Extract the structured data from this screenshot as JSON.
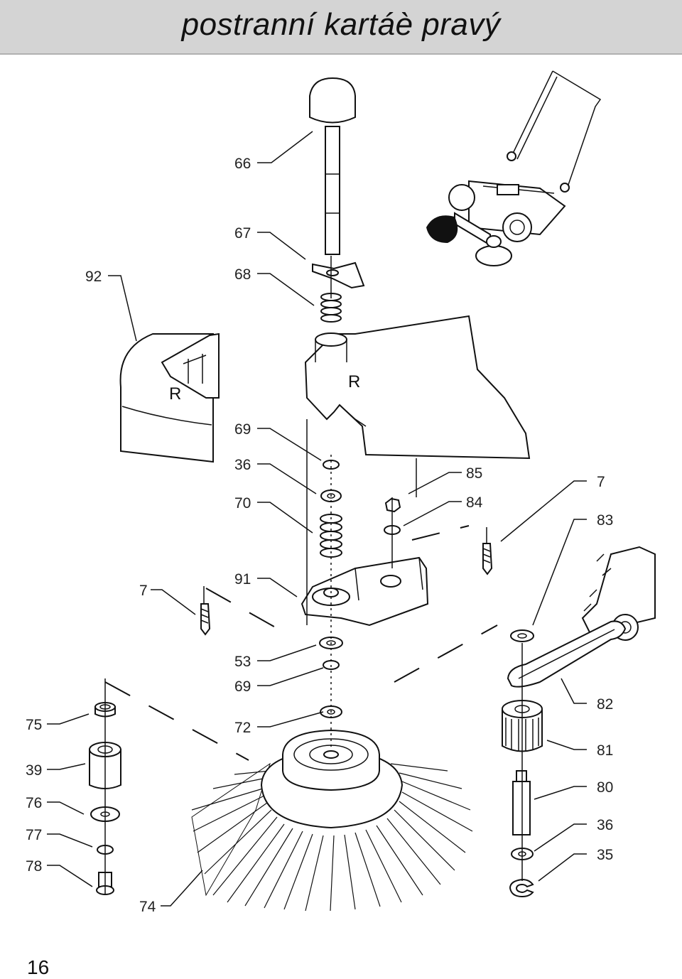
{
  "title": "postranní kartáè pravý",
  "page_number": "16",
  "section_marks": [
    "R",
    "R"
  ],
  "part_labels": {
    "p66": "66",
    "p67": "67",
    "p68": "68",
    "p92": "92",
    "p69a": "69",
    "p36a": "36",
    "p70": "70",
    "p85": "85",
    "p84": "84",
    "p7a": "7",
    "p83": "83",
    "p91": "91",
    "p7b": "7",
    "p53": "53",
    "p69b": "69",
    "p82": "82",
    "p75": "75",
    "p72": "72",
    "p81": "81",
    "p39": "39",
    "p80": "80",
    "p76": "76",
    "p36b": "36",
    "p77": "77",
    "p35": "35",
    "p78": "78",
    "p74": "74"
  }
}
